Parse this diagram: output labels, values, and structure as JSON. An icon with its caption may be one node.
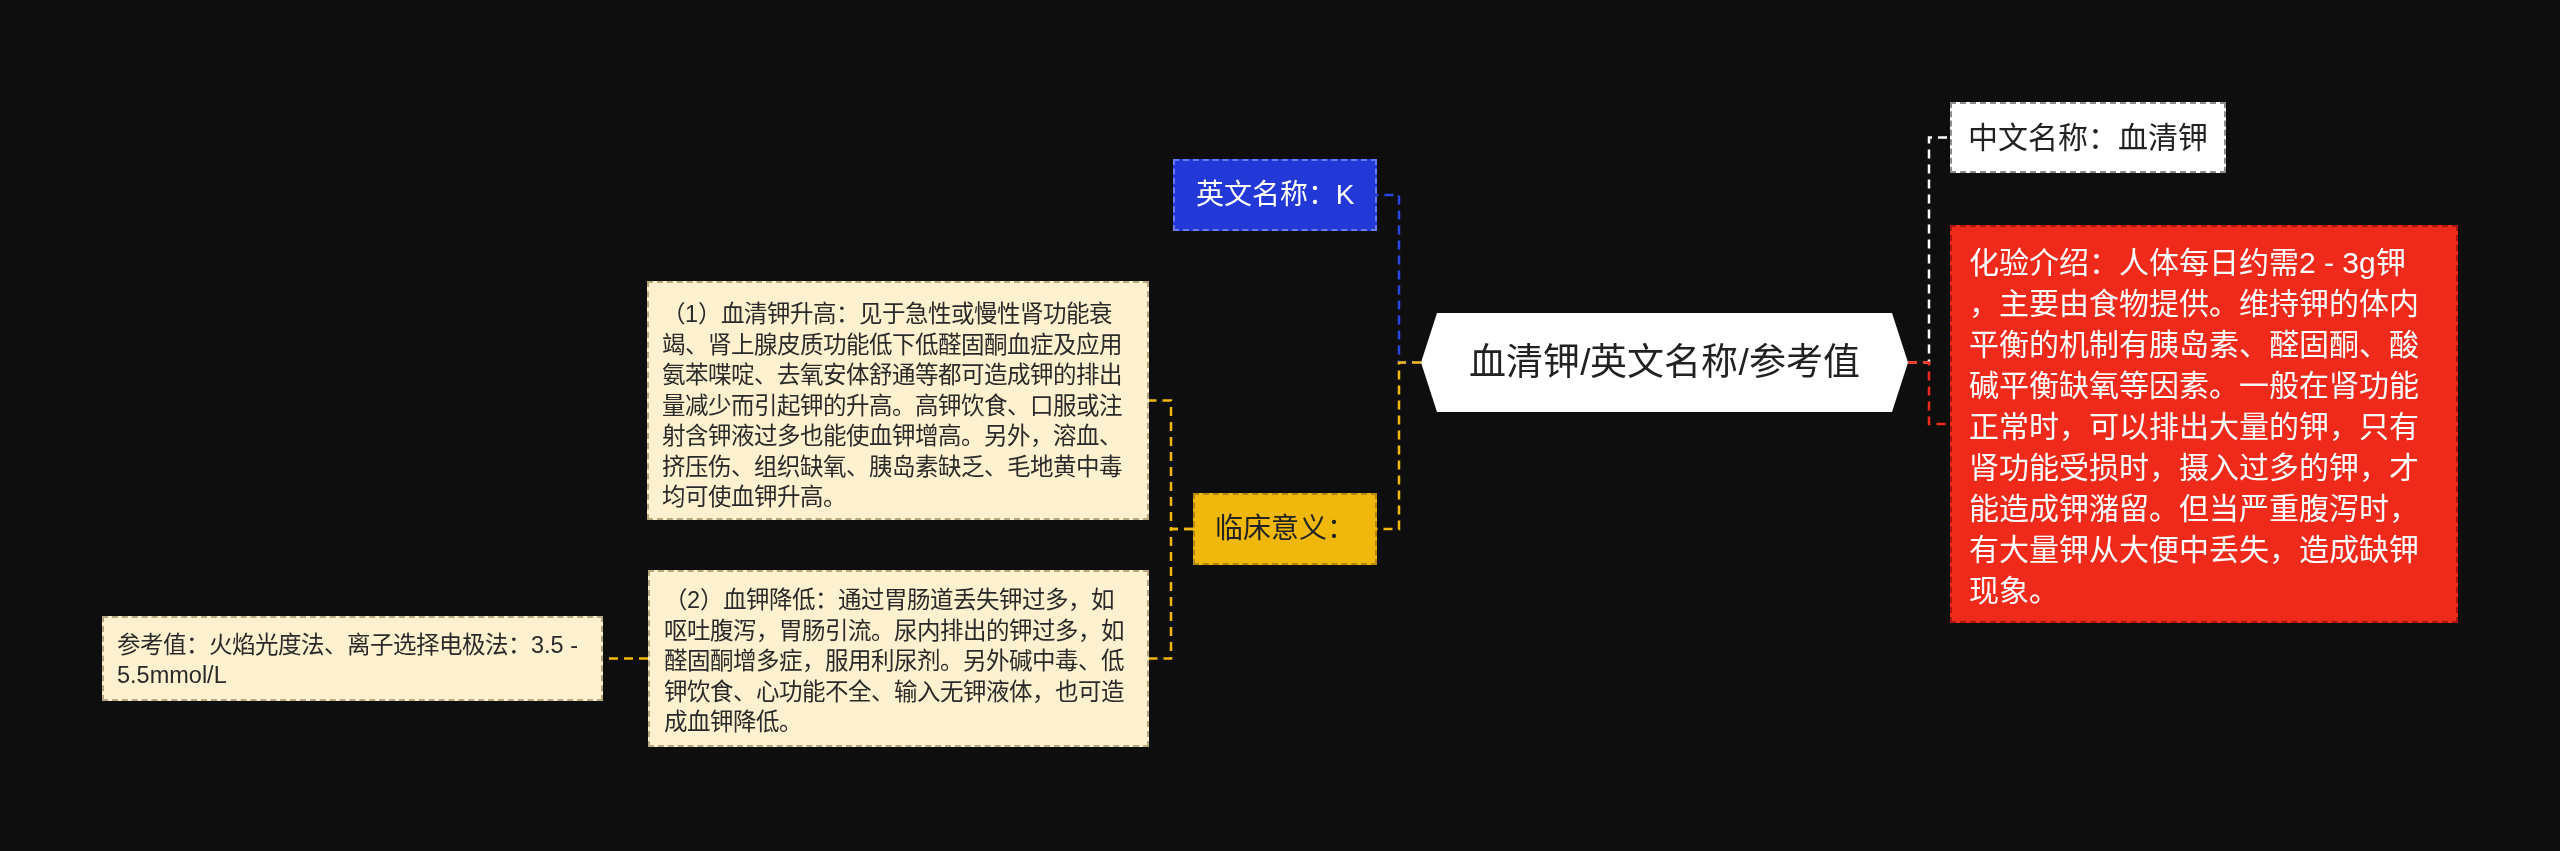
{
  "diagram": {
    "nodes": [
      {
        "text": [
          "血清钾/英文名称/参考值"
        ]
      },
      {
        "text": [
          "中文名称：血清钾"
        ]
      },
      {
        "text": [
          "化验介绍：人体每日约需2 - 3g钾，主要由食物提供。维持钾的体内平衡的机制有胰岛素、醛固酮、酸碱平衡缺氧等因素。一般在肾功能正常时，可以排出大量的钾，只有肾功能受损时，摄入过多的钾，才能造成钾潴留。但当严重腹泻时，有大量钾从大便中丢失，造成缺钾现象。"
        ]
      },
      {
        "text": [
          "英文名称：K"
        ]
      },
      {
        "text": [
          "临床意义："
        ]
      },
      {
        "text": [
          "（1）血清钾升高：见于急性或慢性肾功能衰竭、肾上腺皮质功能低下低醛固酮血症及应用氨苯喋啶、去氧安体舒通等都可造成钾的排出量减少而引起钾的升高。高钾饮食、口服或注射含钾液过多也能使血钾增高。另外，溶血、挤压伤、组织缺氧、胰岛素缺乏、毛地黄中毒均可使血钾升高。"
        ]
      },
      {
        "text": [
          "（2）血钾降低：通过胃肠道丢失钾过多，如呕吐腹泻，胃肠引流。尿内排出的钾过多，如醛固酮增多症，服用利尿剂。另外碱中毒、低钾饮食、心功能不全、输入无钾液体，也可造成血钾降低。"
        ]
      },
      {
        "text": [
          "参考值：火焰光度法、离子选择电极法：3.5 - 5.5mmol/L"
        ]
      }
    ],
    "edges": [
      {
        "from": 0,
        "to": 1,
        "arrow": "none",
        "style": "dashed",
        "color": "#ffffff"
      },
      {
        "from": 0,
        "to": 2,
        "arrow": "none",
        "style": "dashed",
        "color": "#ee2b1c"
      },
      {
        "from": 0,
        "to": 3,
        "arrow": "none",
        "style": "dashed",
        "color": "#2a46e0"
      },
      {
        "from": 0,
        "to": 4,
        "arrow": "none",
        "style": "dashed"
      },
      {
        "from": 4,
        "to": 5,
        "arrow": "none",
        "style": "dashed"
      },
      {
        "from": 4,
        "to": 6,
        "arrow": "none",
        "style": "dashed"
      },
      {
        "from": 6,
        "to": 7,
        "arrow": "none",
        "style": "dashed"
      }
    ]
  }
}
